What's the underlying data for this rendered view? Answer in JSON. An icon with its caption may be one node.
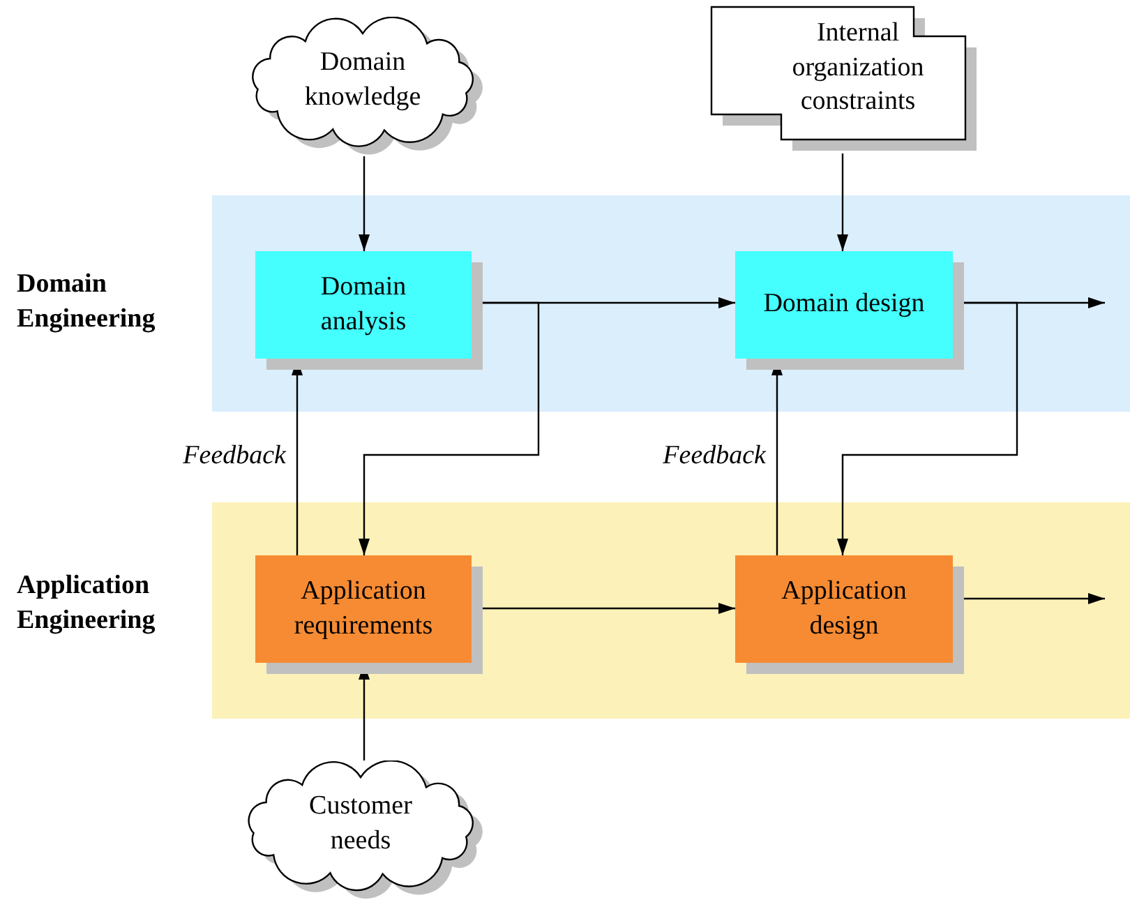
{
  "diagram": {
    "nodes": [
      {
        "text": [
          "Domain Engineering"
        ]
      },
      {
        "text": [
          "Domain analysis"
        ],
        "in": 0
      },
      {
        "text": [
          "Domain design"
        ],
        "in": 0
      },
      {
        "text": [
          "Application Engineering"
        ]
      },
      {
        "text": [
          "Application requirements"
        ],
        "in": 3
      },
      {
        "text": [
          "Application design"
        ],
        "in": 3
      },
      {
        "text": [
          "Domain knowledge"
        ]
      },
      {
        "text": [
          "Internal organization constraints"
        ]
      },
      {
        "text": [
          "Customer needs"
        ]
      }
    ],
    "edges": [
      {
        "from": 6,
        "to": 1,
        "arrow": "to"
      },
      {
        "from": 7,
        "to": 2,
        "arrow": "to"
      },
      {
        "from": 1,
        "to": 2,
        "arrow": "to"
      },
      {
        "from": 2,
        "to": null,
        "arrow": "to"
      },
      {
        "from": 1,
        "to": 4,
        "arrow": "to"
      },
      {
        "from": 2,
        "to": 5,
        "arrow": "to"
      },
      {
        "from": 4,
        "to": 1,
        "arrow": "to",
        "label": "Feedback"
      },
      {
        "from": 5,
        "to": 2,
        "arrow": "to",
        "label": "Feedback"
      },
      {
        "from": 4,
        "to": 5,
        "arrow": "to"
      },
      {
        "from": 5,
        "to": null,
        "arrow": "to"
      },
      {
        "from": 8,
        "to": 4,
        "arrow": "to"
      }
    ]
  }
}
